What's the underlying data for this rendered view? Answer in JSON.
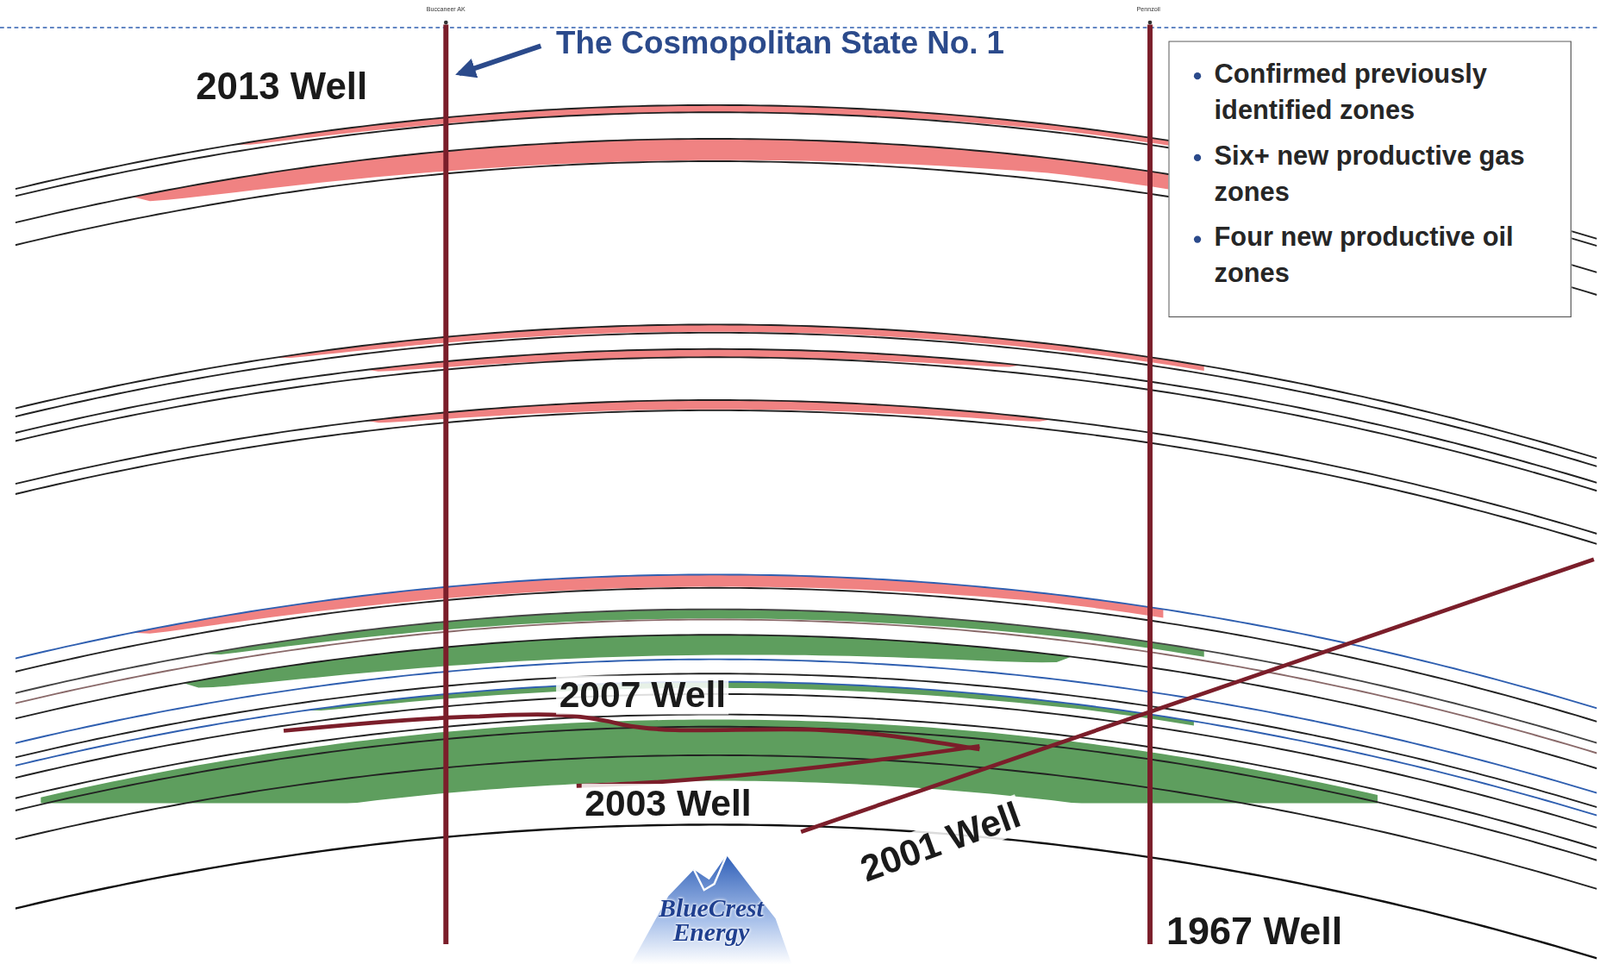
{
  "diagram": {
    "nodes": [
      {
        "text": [
          "Confirmed previously identified zones",
          "Six+ new productive gas zones",
          "Four new productive oil zones"
        ]
      }
    ],
    "labels": [
      "Buccaneer AK",
      "Pennzoil",
      "The Cosmopolitan State No. 1",
      "2013 Well",
      "2007 Well",
      "2003 Well",
      "2001 Well",
      "1967 Well",
      "BlueCrest Energy"
    ]
  }
}
